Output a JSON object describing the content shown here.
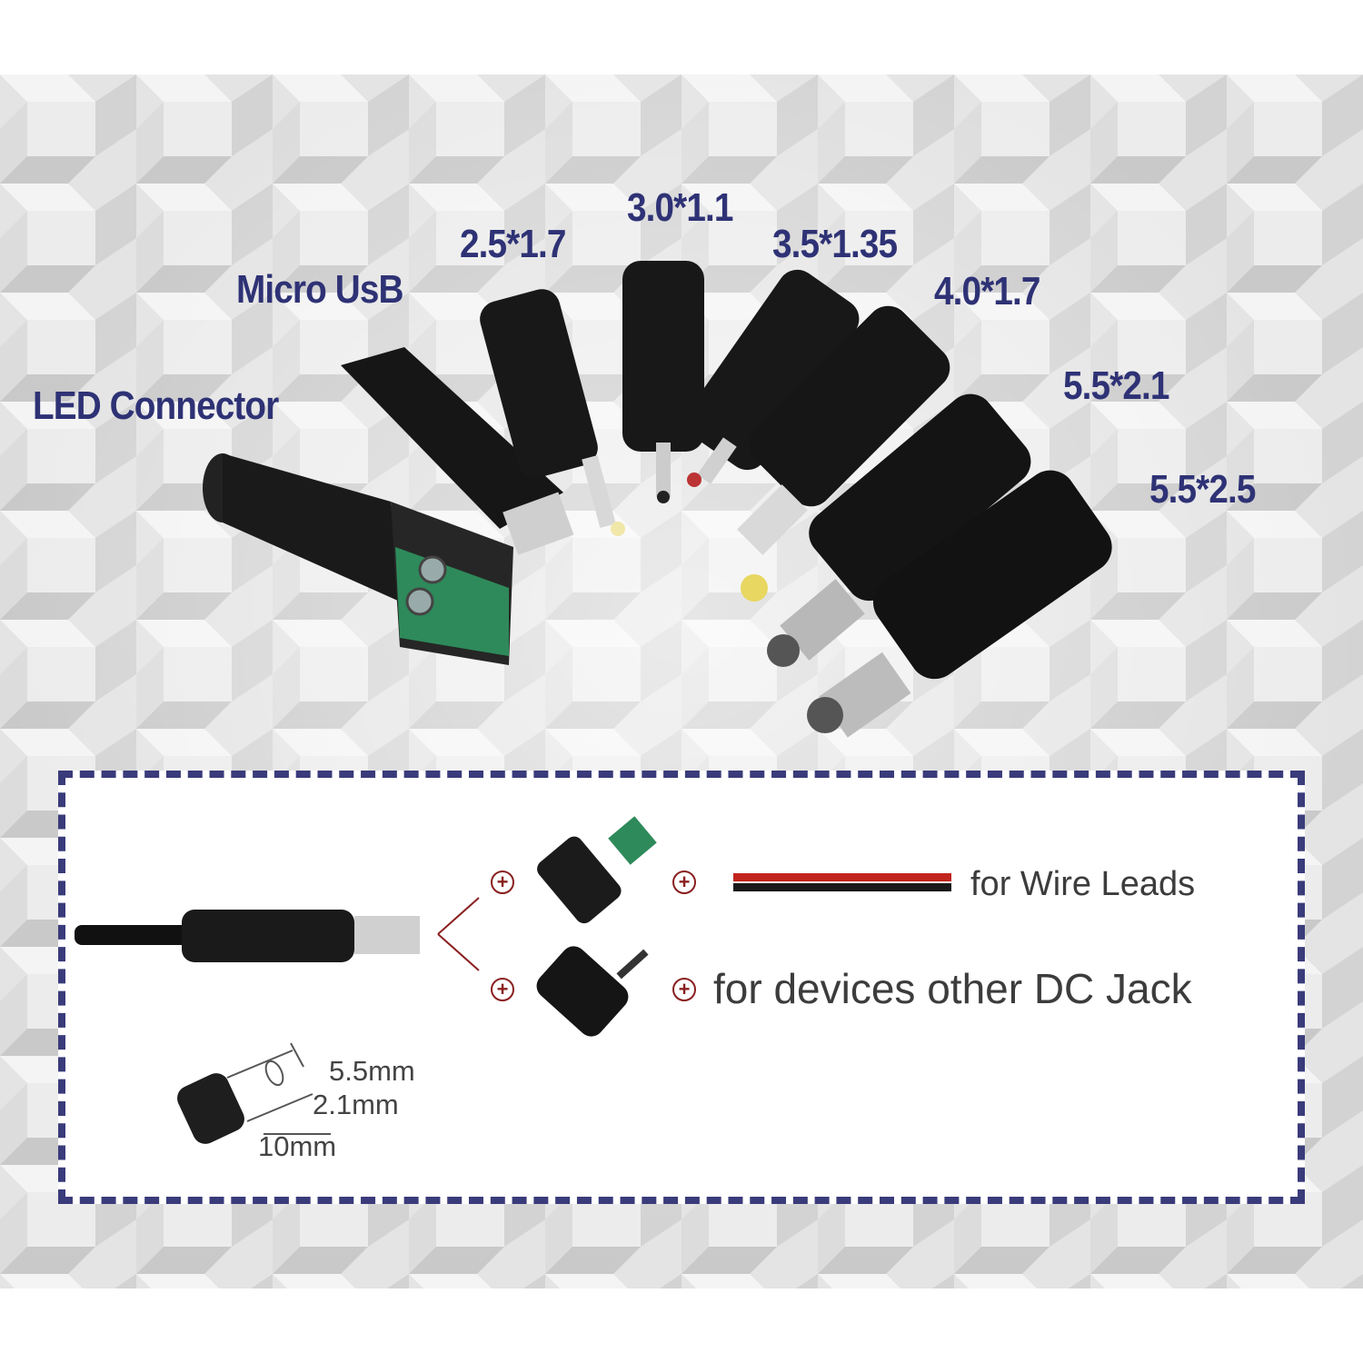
{
  "connector_labels": {
    "led_connector": "LED Connector",
    "micro_usb": "Micro UsB",
    "size_2_5_1_7": "2.5*1.7",
    "size_3_0_1_1": "3.0*1.1",
    "size_3_5_1_35": "3.5*1.35",
    "size_4_0_1_7": "4.0*1.7",
    "size_5_5_2_1": "5.5*2.1",
    "size_5_5_2_5": "5.5*2.5"
  },
  "usage": {
    "wire_leads": "for Wire Leads",
    "dc_jack": "for devices other DC Jack",
    "plus_symbol": "+"
  },
  "plug_dimensions": {
    "outer_diameter": "5.5mm",
    "inner_diameter": "2.1mm",
    "length": "10mm"
  },
  "colors": {
    "label_text": "#2e3275",
    "panel_border": "#3a3b7a",
    "terminal_green": "#2e8a5a",
    "plus_red": "#8a1f1f"
  }
}
